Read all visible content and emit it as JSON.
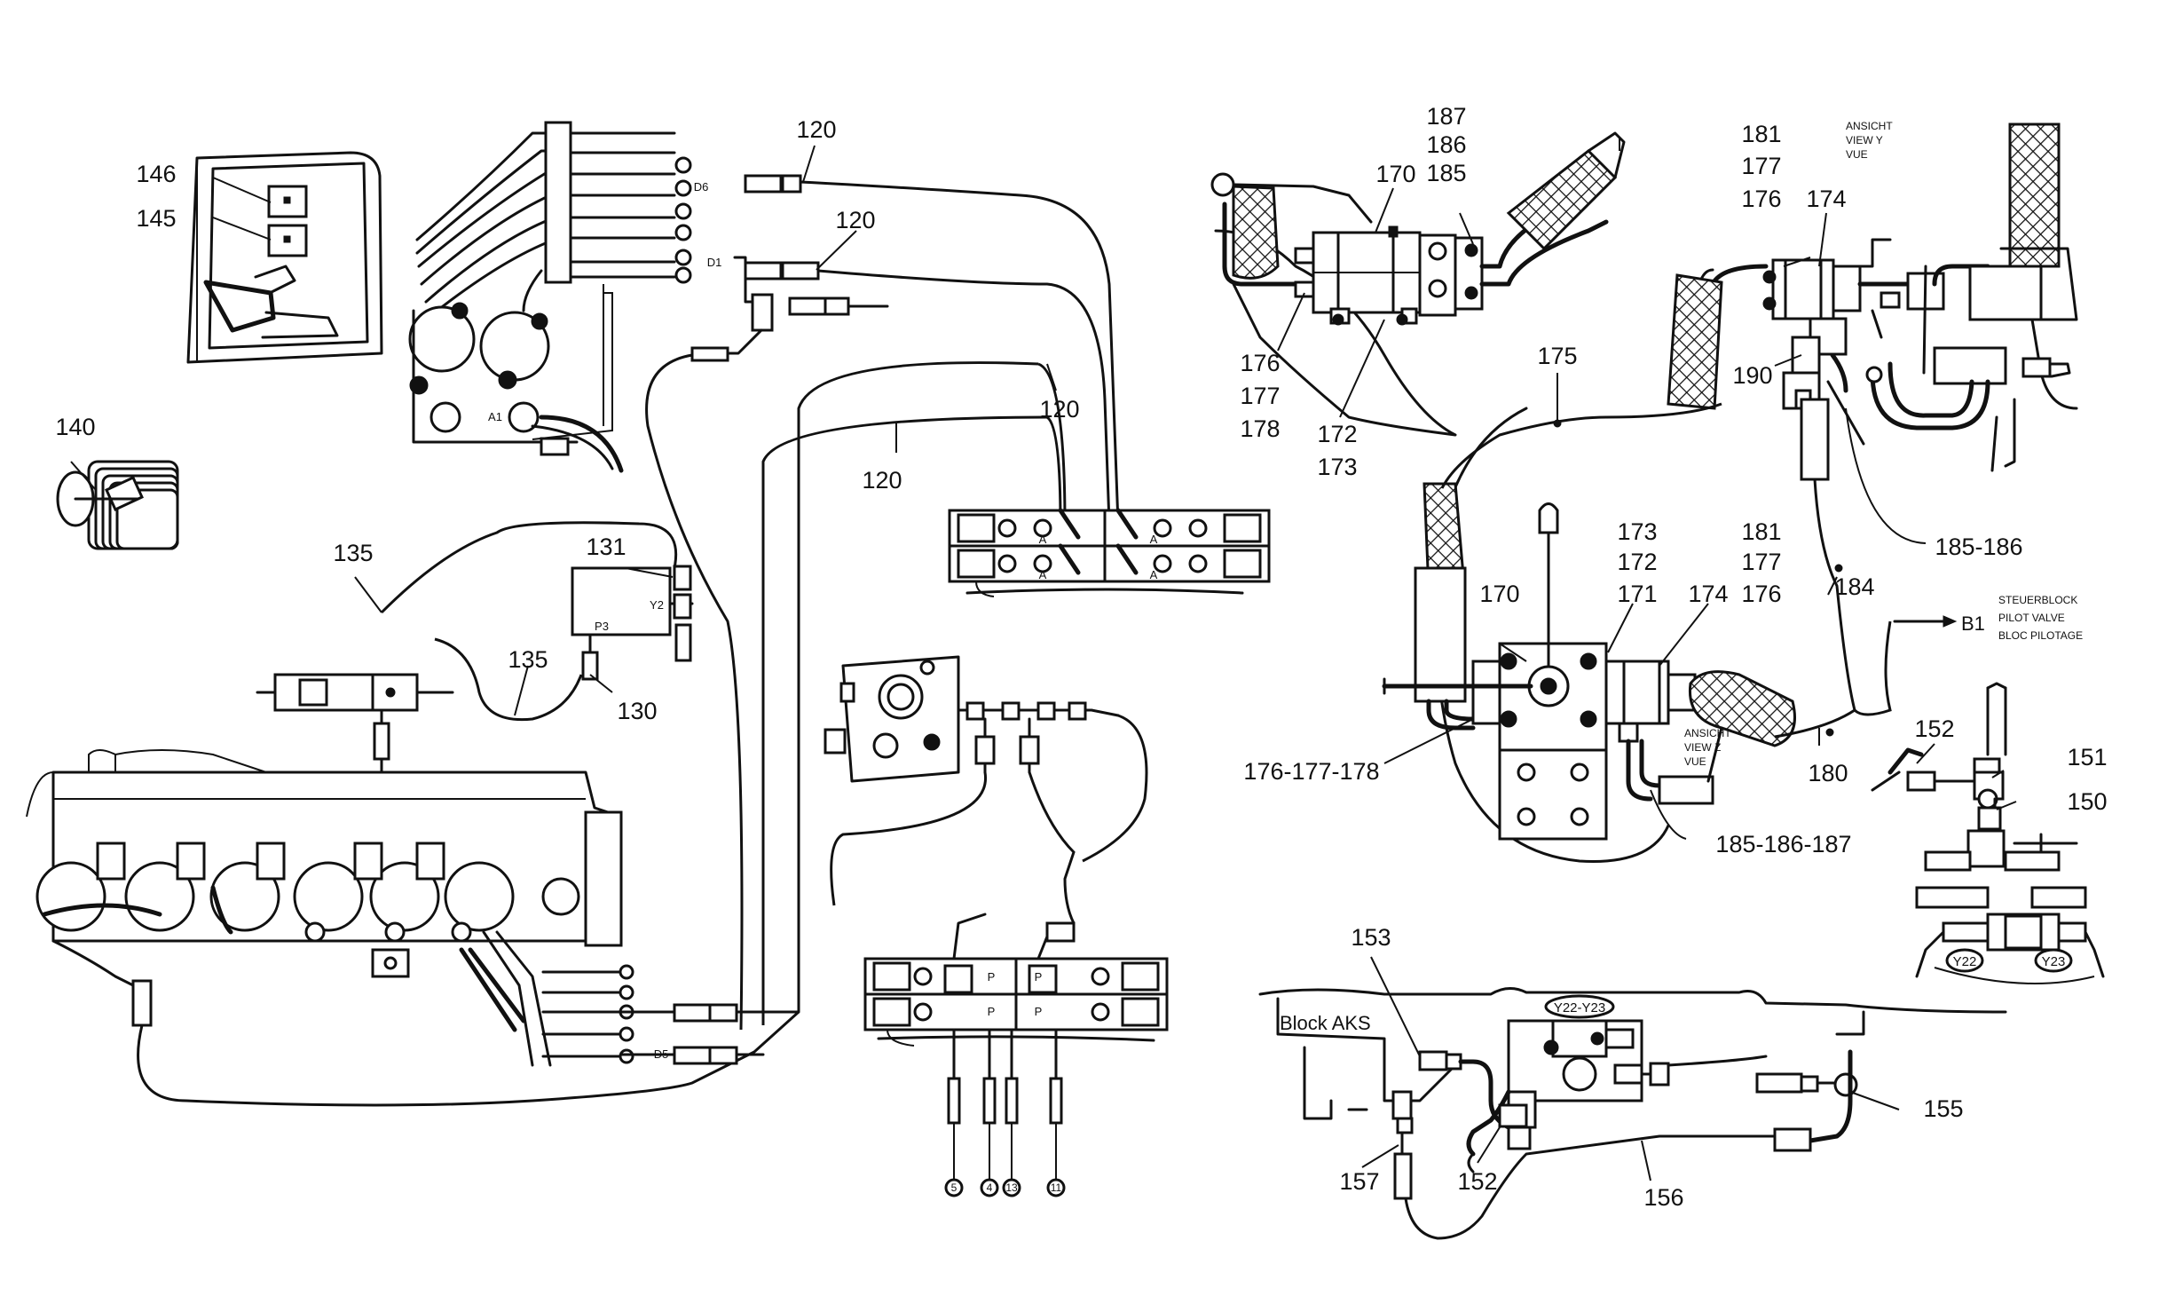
{
  "callouts": {
    "c146": "146",
    "c145": "145",
    "c140": "140",
    "c120a": "120",
    "c120b": "120",
    "c120c": "120",
    "c120d": "120",
    "c135a": "135",
    "c135b": "135",
    "c131": "131",
    "c130": "130",
    "c170a": "170",
    "g187": [
      "187",
      "186",
      "185"
    ],
    "g176a": [
      "176",
      "177",
      "178"
    ],
    "g172a": [
      "172",
      "173"
    ],
    "c175": "175",
    "g181a": [
      "181",
      "177",
      "176"
    ],
    "c174a": "174",
    "c190": "190",
    "c185186": "185-186",
    "c184": "184",
    "g173b": [
      "173",
      "172",
      "171"
    ],
    "c170b": "170",
    "g181b": [
      "181",
      "177",
      "176"
    ],
    "c174b": "174",
    "c176177178": "176-177-178",
    "c180": "180",
    "c185186187": "185-186-187",
    "c152a": "152",
    "c151": "151",
    "c150": "150",
    "c153": "153",
    "c155": "155",
    "c157": "157",
    "c152b": "152",
    "c156": "156"
  },
  "text_labels": {
    "view_y": [
      "ANSICHT",
      "VIEW Y",
      "VUE"
    ],
    "view_z": [
      "ANSICHT",
      "VIEW Z",
      "VUE"
    ],
    "b1": "B1",
    "pilot_block": [
      "STEUERBLOCK",
      "PILOT VALVE",
      "BLOC PILOTAGE"
    ],
    "block_aks": "Block AKS",
    "y22_y23": "Y22-Y23",
    "y22": "Y22",
    "y23": "Y23",
    "a1": "A1",
    "y2": "Y2",
    "p3": "P3",
    "port_a": "A",
    "port_p": "P",
    "d5": "D5",
    "d1": "D1",
    "d6": "D6",
    "bottom_ports": [
      "5",
      "4",
      "13",
      "11"
    ]
  }
}
